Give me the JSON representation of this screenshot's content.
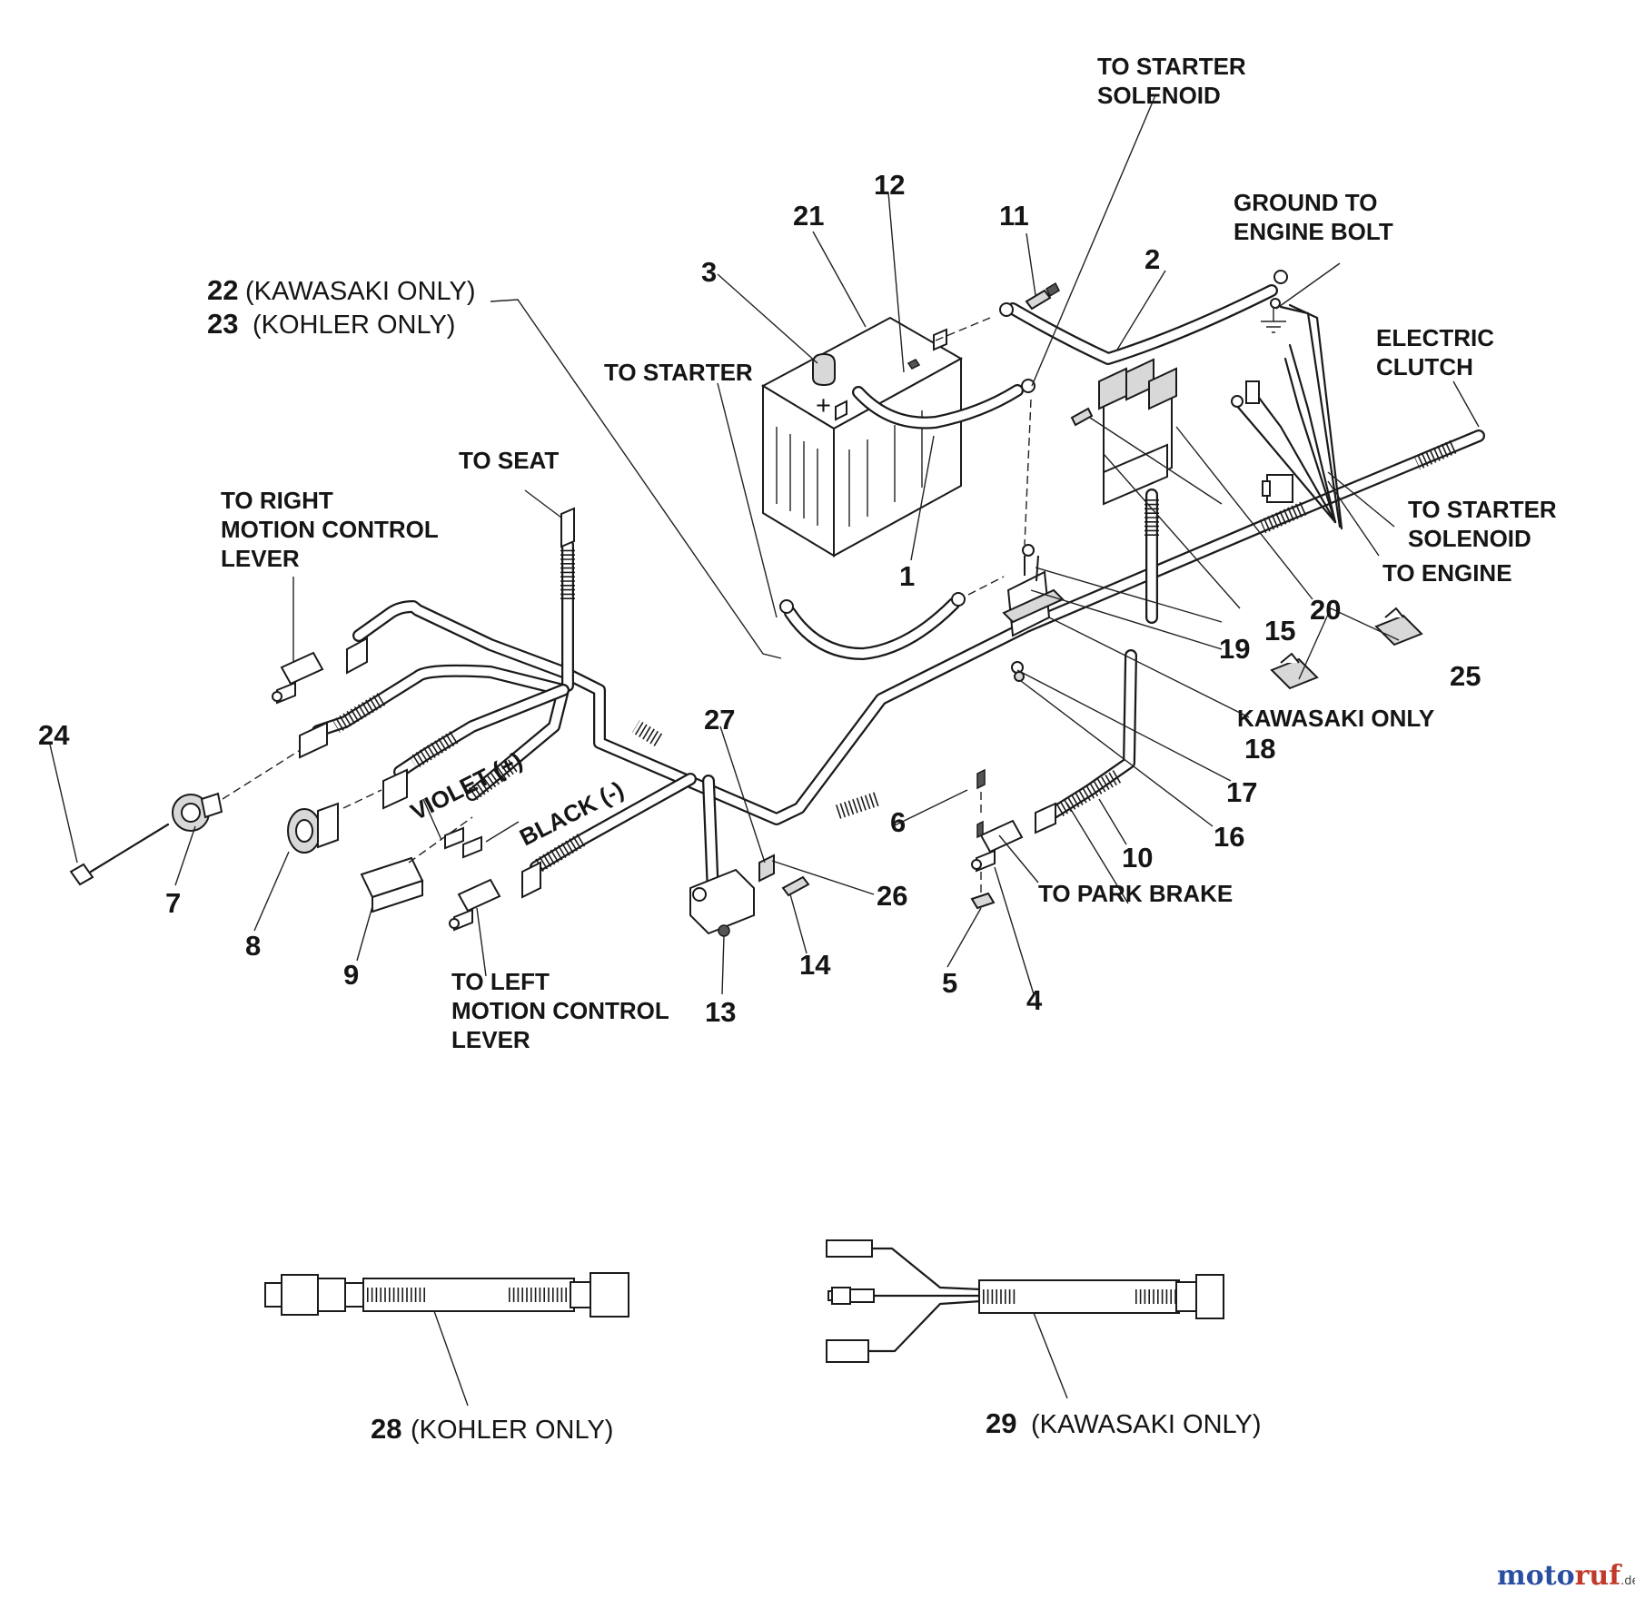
{
  "callouts": {
    "c1": "1",
    "c2": "2",
    "c3": "3",
    "c4": "4",
    "c5": "5",
    "c6": "6",
    "c7": "7",
    "c8": "8",
    "c9": "9",
    "c10": "10",
    "c11": "11",
    "c12": "12",
    "c13": "13",
    "c14": "14",
    "c15": "15",
    "c16": "16",
    "c17": "17",
    "c18": "18",
    "c19": "19",
    "c20": "20",
    "c21": "21",
    "c22": "22",
    "c23": "23",
    "c24": "24",
    "c25": "25",
    "c26": "26",
    "c27": "27",
    "c28": "28",
    "c29": "29"
  },
  "notes": {
    "kawasaki_only_paren": "(KAWASAKI ONLY)",
    "kohler_only_paren": "(KOHLER ONLY)",
    "kawasaki_only": "KAWASAKI ONLY"
  },
  "labels": {
    "to_starter_solenoid_top": [
      "TO STARTER",
      "SOLENOID"
    ],
    "ground_to_engine_bolt": [
      "GROUND TO",
      "ENGINE BOLT"
    ],
    "electric_clutch": [
      "ELECTRIC",
      "CLUTCH"
    ],
    "to_starter_solenoid_right": [
      "TO STARTER",
      "SOLENOID"
    ],
    "to_engine": "TO ENGINE",
    "to_starter": "TO STARTER",
    "to_seat": "TO SEAT",
    "to_right_motion_control_lever": [
      "TO RIGHT",
      "MOTION CONTROL",
      "LEVER"
    ],
    "to_left_motion_control_lever": [
      "TO LEFT",
      "MOTION CONTROL",
      "LEVER"
    ],
    "violet_plus": "VIOLET  (+)",
    "black_minus": "BLACK  (-)",
    "to_park_brake": "TO PARK BRAKE"
  },
  "watermark": {
    "part1": "moto",
    "part2": "ruf",
    "suffix": ".de"
  }
}
